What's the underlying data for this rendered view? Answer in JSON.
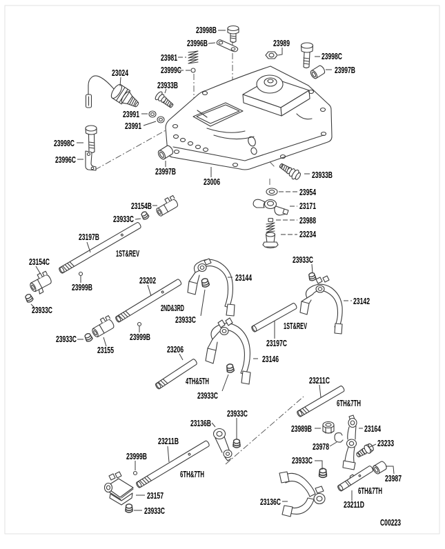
{
  "figure": {
    "type": "exploded-parts-diagram",
    "subject": "transmission shift fork and control parts",
    "background": "#ffffff",
    "line_color": "#3a3a3a",
    "label_color": "#000000",
    "diagram_code": "C00223"
  },
  "labels": [
    {
      "text": "23998B",
      "kind": "part"
    },
    {
      "text": "23996B",
      "kind": "part"
    },
    {
      "text": "23981",
      "kind": "part"
    },
    {
      "text": "23989",
      "kind": "part"
    },
    {
      "text": "23998C",
      "kind": "part"
    },
    {
      "text": "23999C",
      "kind": "part"
    },
    {
      "text": "23997B",
      "kind": "part"
    },
    {
      "text": "23024",
      "kind": "part"
    },
    {
      "text": "23933B",
      "kind": "part"
    },
    {
      "text": "23991",
      "kind": "part"
    },
    {
      "text": "23991",
      "kind": "part"
    },
    {
      "text": "23998C",
      "kind": "part"
    },
    {
      "text": "23996C",
      "kind": "part"
    },
    {
      "text": "23997B",
      "kind": "part"
    },
    {
      "text": "23006",
      "kind": "part"
    },
    {
      "text": "23933B",
      "kind": "part"
    },
    {
      "text": "23954",
      "kind": "part"
    },
    {
      "text": "23171",
      "kind": "part"
    },
    {
      "text": "23988",
      "kind": "part"
    },
    {
      "text": "23234",
      "kind": "part"
    },
    {
      "text": "23154B",
      "kind": "part"
    },
    {
      "text": "23933C",
      "kind": "part"
    },
    {
      "text": "23197B",
      "kind": "part"
    },
    {
      "text": "1ST&REV",
      "kind": "position"
    },
    {
      "text": "23154C",
      "kind": "part"
    },
    {
      "text": "23999B",
      "kind": "part"
    },
    {
      "text": "23202",
      "kind": "part"
    },
    {
      "text": "23144",
      "kind": "part"
    },
    {
      "text": "23933C",
      "kind": "part"
    },
    {
      "text": "23142",
      "kind": "part"
    },
    {
      "text": "2ND&3RD",
      "kind": "position"
    },
    {
      "text": "23933C",
      "kind": "part"
    },
    {
      "text": "23933C",
      "kind": "part"
    },
    {
      "text": "23933C",
      "kind": "part"
    },
    {
      "text": "23155",
      "kind": "part"
    },
    {
      "text": "23999B",
      "kind": "part"
    },
    {
      "text": "23206",
      "kind": "part"
    },
    {
      "text": "4TH&5TH",
      "kind": "position"
    },
    {
      "text": "23146",
      "kind": "part"
    },
    {
      "text": "1ST&REV",
      "kind": "position"
    },
    {
      "text": "23197C",
      "kind": "part"
    },
    {
      "text": "23933C",
      "kind": "part"
    },
    {
      "text": "23211C",
      "kind": "part"
    },
    {
      "text": "6TH&7TH",
      "kind": "position"
    },
    {
      "text": "23933C",
      "kind": "part"
    },
    {
      "text": "23136B",
      "kind": "part"
    },
    {
      "text": "23211B",
      "kind": "part"
    },
    {
      "text": "23999B",
      "kind": "part"
    },
    {
      "text": "6TH&7TH",
      "kind": "position"
    },
    {
      "text": "23989B",
      "kind": "part"
    },
    {
      "text": "23164",
      "kind": "part"
    },
    {
      "text": "23978",
      "kind": "part"
    },
    {
      "text": "23233",
      "kind": "part"
    },
    {
      "text": "23933C",
      "kind": "part"
    },
    {
      "text": "23987",
      "kind": "part"
    },
    {
      "text": "23157",
      "kind": "part"
    },
    {
      "text": "23933C",
      "kind": "part"
    },
    {
      "text": "23136C",
      "kind": "part"
    },
    {
      "text": "6TH&7TH",
      "kind": "position"
    },
    {
      "text": "23211D",
      "kind": "part"
    },
    {
      "text": "C00223",
      "kind": "code"
    }
  ]
}
